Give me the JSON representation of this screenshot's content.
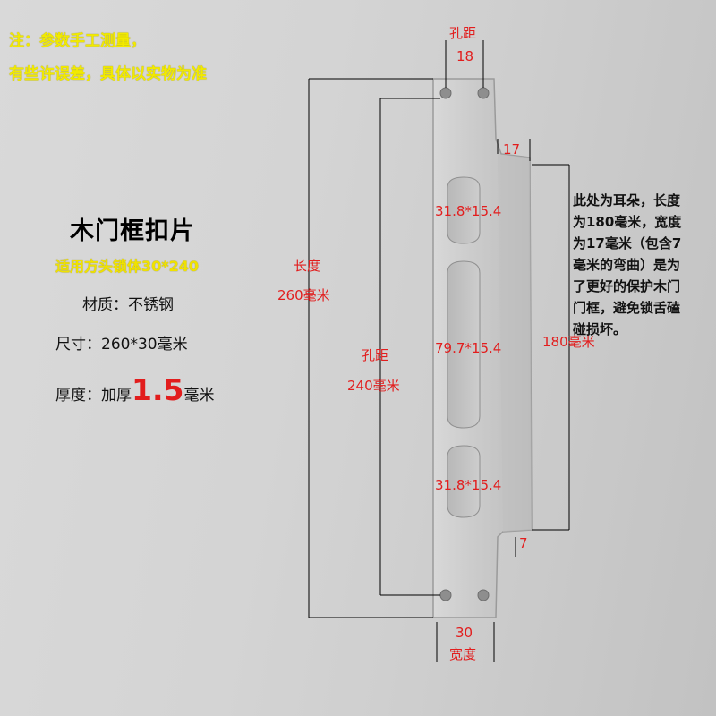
{
  "note": {
    "line1": "注：参数手工测量，",
    "line2": "有些许误差，具体以实物为准"
  },
  "product": {
    "title": "木门框扣片",
    "subtitle": "适用方头锁体30*240",
    "material": "材质：不锈钢",
    "size": "尺寸：260*30毫米",
    "thickness_prefix": "厚度：加厚",
    "thickness_value": "1.5",
    "thickness_unit": "毫米"
  },
  "dimensions": {
    "top_hole_label": "孔距",
    "top_hole_value": "18",
    "length_label": "长度",
    "length_value": "260毫米",
    "hole_span_label": "孔距",
    "hole_span_value": "240毫米",
    "ear_width": "17",
    "ear_length": "180毫米",
    "bend": "7",
    "width_value": "30",
    "width_label": "宽度",
    "slot_top": "31.8*15.4",
    "slot_middle": "79.7*15.4",
    "slot_bottom": "31.8*15.4"
  },
  "side_note": {
    "line1": "此处为耳朵，长度",
    "line2": "为180毫米，宽度",
    "line3": "为17毫米（包含7",
    "line4": "毫米的弯曲）是为",
    "line5": "了更好的保护木门",
    "line6": "门框，避免锁舌磕",
    "line7": "碰损坏。"
  },
  "colors": {
    "background": "#d4d4d4",
    "plate": "#c9c9c9",
    "annotation_red": "#e21d1d",
    "note_yellow": "#f2ea00",
    "line": "#000000"
  }
}
